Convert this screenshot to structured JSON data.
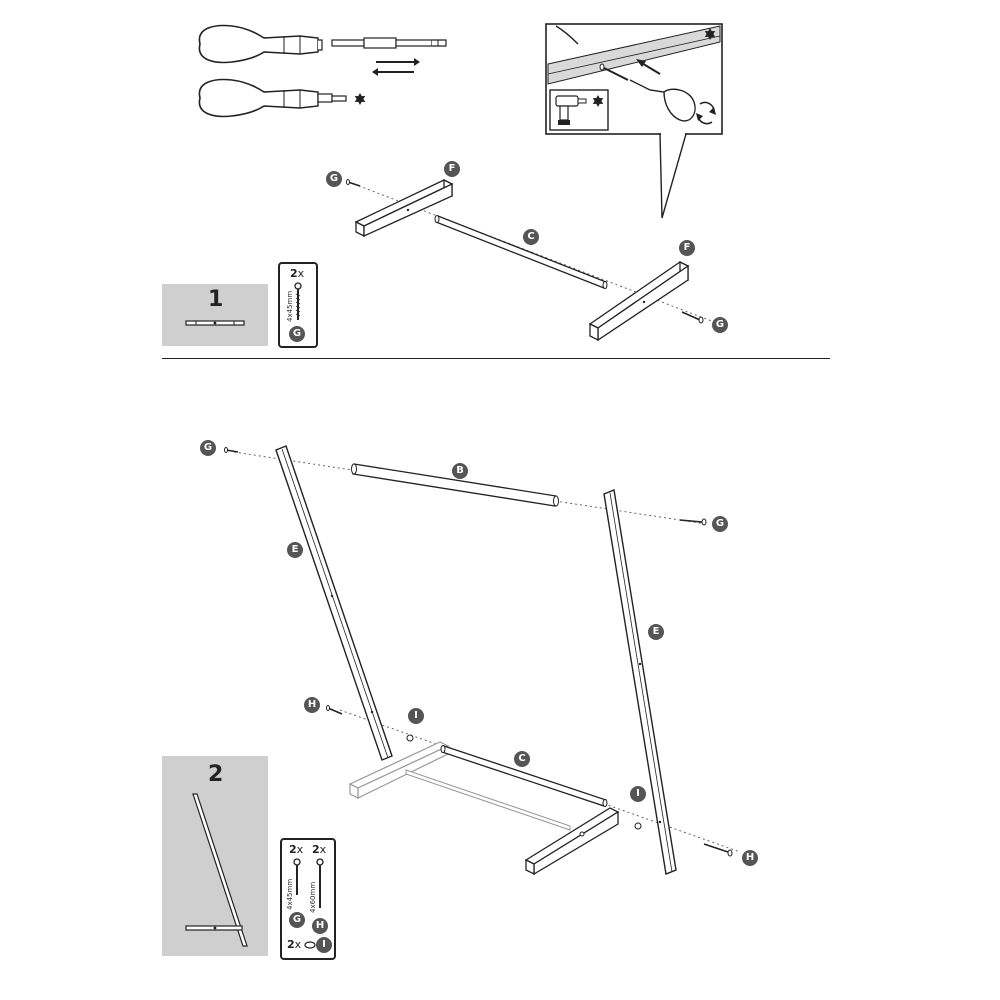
{
  "steps": [
    {
      "number": "1"
    },
    {
      "number": "2"
    }
  ],
  "parts": {
    "B": "B",
    "C": "C",
    "E": "E",
    "F": "F",
    "G": "G",
    "H": "H",
    "I": "I"
  },
  "hardware": {
    "step1": [
      {
        "qty": "2",
        "unit": "x",
        "size": "4x45mm",
        "label": "G"
      }
    ],
    "step2": [
      {
        "qty": "2",
        "unit": "x",
        "size": "4x45mm",
        "label": "G"
      },
      {
        "qty": "2",
        "unit": "x",
        "size": "4x60mm",
        "label": "H"
      },
      {
        "qty": "2",
        "unit": "x",
        "label": "I"
      }
    ]
  },
  "icons": {
    "torx": "torx-star-icon",
    "drill": "power-drill-icon",
    "rotate": "rotate-arrows-icon",
    "screwdriver": "screwdriver-icon"
  },
  "colors": {
    "ink": "#222222",
    "badge": "#555555",
    "panel": "#cfcfcf"
  }
}
